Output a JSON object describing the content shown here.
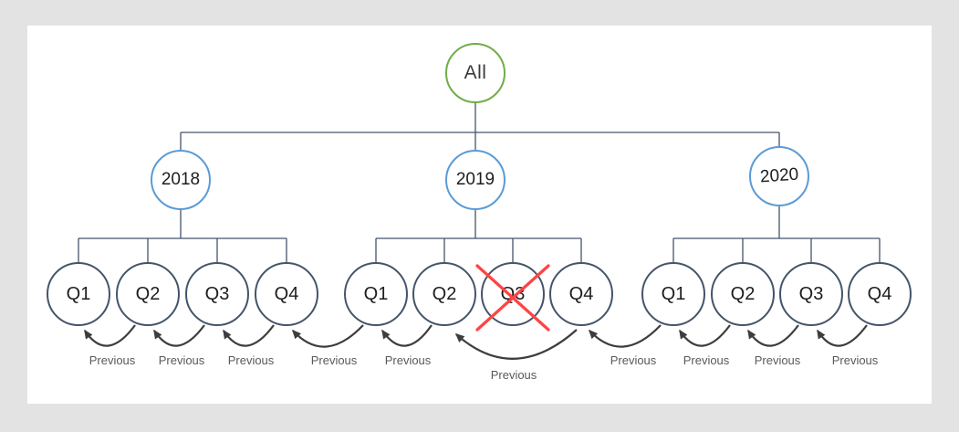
{
  "page": {
    "background_color": "#e3e3e3",
    "canvas_color": "#ffffff"
  },
  "diagram": {
    "type": "tree",
    "root": {
      "label": "All",
      "color": "#70AD47"
    },
    "years": [
      {
        "label": "2018",
        "color": "#5B9BD5",
        "quarters": [
          {
            "label": "Q1",
            "crossed_out": false
          },
          {
            "label": "Q2",
            "crossed_out": false
          },
          {
            "label": "Q3",
            "crossed_out": false
          },
          {
            "label": "Q4",
            "crossed_out": false
          }
        ]
      },
      {
        "label": "2019",
        "color": "#5B9BD5",
        "quarters": [
          {
            "label": "Q1",
            "crossed_out": false
          },
          {
            "label": "Q2",
            "crossed_out": false
          },
          {
            "label": "Q3",
            "crossed_out": true
          },
          {
            "label": "Q4",
            "crossed_out": false
          }
        ]
      },
      {
        "label": "2020",
        "color": "#5B9BD5",
        "quarters": [
          {
            "label": "Q1",
            "crossed_out": false
          },
          {
            "label": "Q2",
            "crossed_out": false
          },
          {
            "label": "Q3",
            "crossed_out": false
          },
          {
            "label": "Q4",
            "crossed_out": false
          }
        ]
      }
    ],
    "quarter_color": "#44546A",
    "connector_color": "#44546A",
    "arrow_color": "#3d3d3d",
    "previous_label_color": "#595959",
    "crossout_color": "#FF4343",
    "arrows": [
      {
        "from": "2018 Q2",
        "to": "2018 Q1",
        "label": "Previous"
      },
      {
        "from": "2018 Q3",
        "to": "2018 Q2",
        "label": "Previous"
      },
      {
        "from": "2018 Q4",
        "to": "2018 Q3",
        "label": "Previous"
      },
      {
        "from": "2019 Q1",
        "to": "2018 Q4",
        "label": "Previous"
      },
      {
        "from": "2019 Q2",
        "to": "2019 Q1",
        "label": "Previous"
      },
      {
        "from": "2019 Q4",
        "to": "2019 Q2",
        "label": "Previous",
        "skips": "2019 Q3"
      },
      {
        "from": "2020 Q1",
        "to": "2019 Q4",
        "label": "Previous"
      },
      {
        "from": "2020 Q2",
        "to": "2020 Q1",
        "label": "Previous"
      },
      {
        "from": "2020 Q3",
        "to": "2020 Q2",
        "label": "Previous"
      },
      {
        "from": "2020 Q4",
        "to": "2020 Q3",
        "label": "Previous"
      }
    ]
  }
}
